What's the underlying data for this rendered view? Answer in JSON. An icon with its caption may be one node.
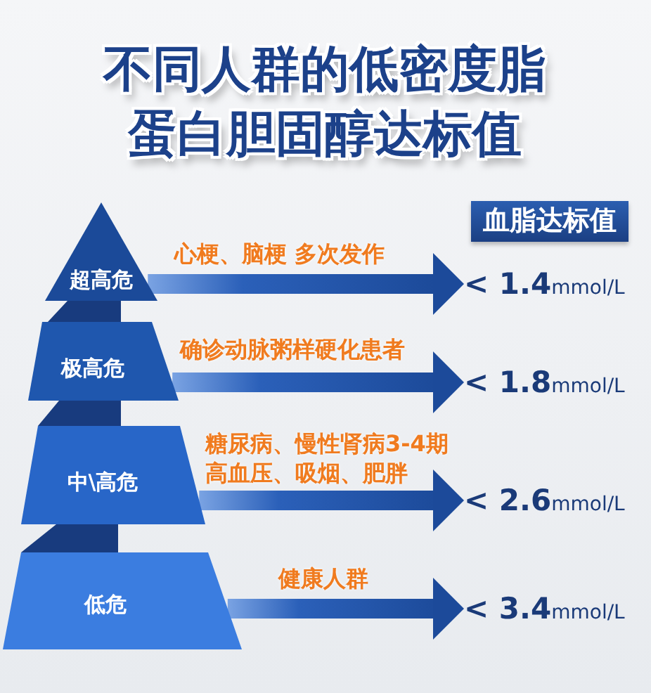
{
  "diagram": {
    "title": "不同人群的低密度脂蛋白胆固醇达标值",
    "nodes": [
      {
        "text": [
          "超高危"
        ]
      },
      {
        "text": [
          "极高危"
        ]
      },
      {
        "text": [
          "中\\高危"
        ]
      },
      {
        "text": [
          "低危"
        ]
      },
      {
        "text": [
          "血脂达标值"
        ]
      },
      {
        "text": [
          "**< 1.4**mmol/L"
        ]
      },
      {
        "text": [
          "**< 1.8**mmol/L"
        ]
      },
      {
        "text": [
          "**< 2.6**mmol/L"
        ]
      },
      {
        "text": [
          "**< 3.4**mmol/L"
        ]
      }
    ],
    "edges": [
      {
        "from": 0,
        "to": 5,
        "arrow": "to",
        "label": "心梗、脑梗 多次发作"
      },
      {
        "from": 1,
        "to": 6,
        "arrow": "to",
        "label": "确诊动脉粥样硬化患者"
      },
      {
        "from": 2,
        "to": 7,
        "arrow": "to",
        "label": "糖尿病、慢性肾病3-4期高血压、吸烟、肥胖"
      },
      {
        "from": 3,
        "to": 8,
        "arrow": "to",
        "label": "健康人群"
      }
    ]
  }
}
